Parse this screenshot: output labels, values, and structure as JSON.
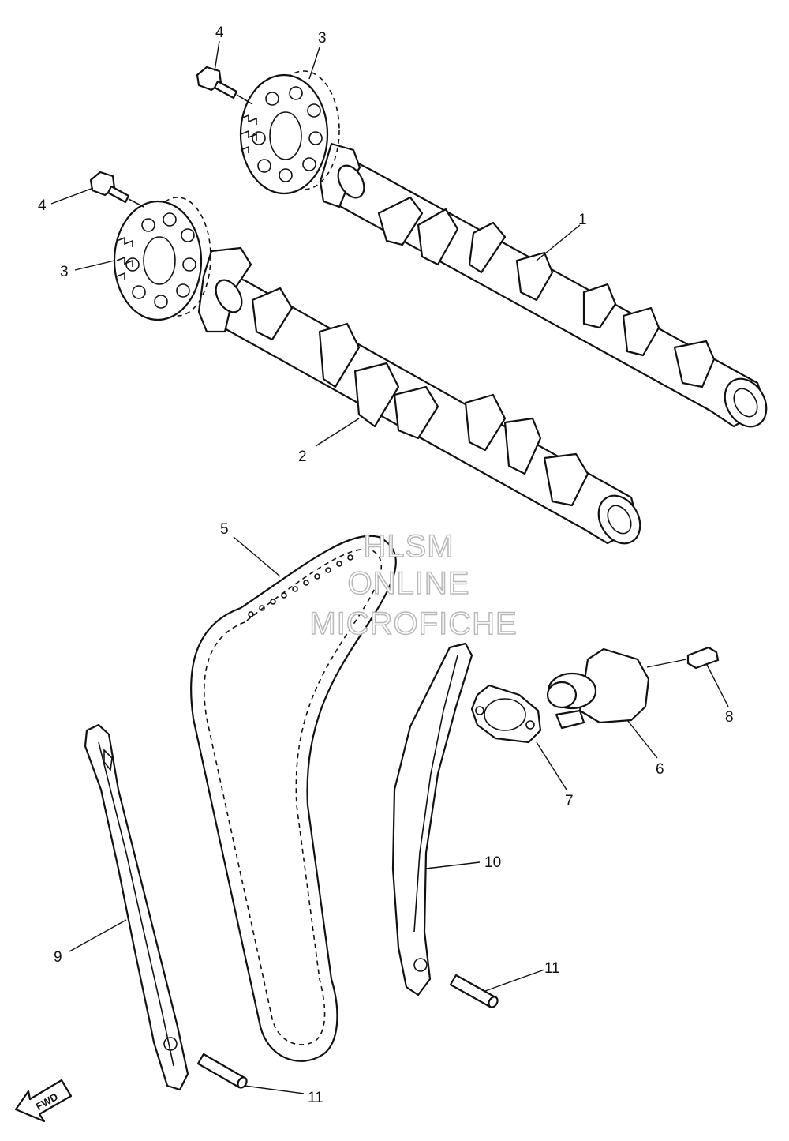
{
  "callouts": {
    "c1": "1",
    "c2": "2",
    "c3a": "3",
    "c3b": "3",
    "c4a": "4",
    "c4b": "4",
    "c5": "5",
    "c6": "6",
    "c7": "7",
    "c8": "8",
    "c9": "9",
    "c10": "10",
    "c11a": "11",
    "c11b": "11"
  },
  "watermark": {
    "line1": "HLSM",
    "line2": "ONLINE",
    "line3": "MICROFICHE"
  },
  "fwd_badge": "FWD"
}
